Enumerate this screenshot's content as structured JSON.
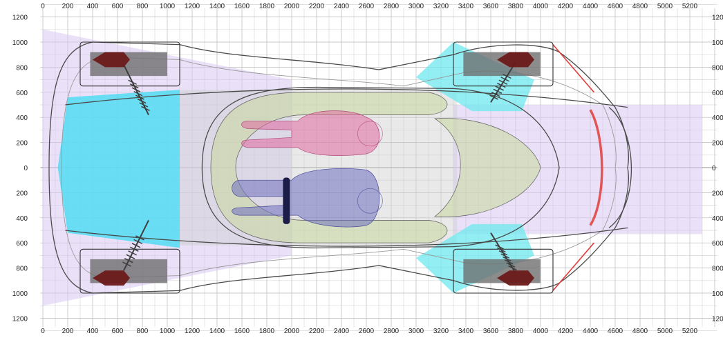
{
  "axes": {
    "x_ticks": [
      "0",
      "200",
      "400",
      "600",
      "800",
      "1000",
      "1200",
      "1400",
      "1600",
      "1800",
      "2000",
      "2200",
      "2400",
      "2600",
      "2800",
      "3000",
      "3200",
      "3400",
      "3600",
      "3800",
      "4000",
      "4200",
      "4400",
      "4600",
      "4800",
      "5000",
      "5200"
    ],
    "y_ticks": [
      "1200",
      "1000",
      "800",
      "600",
      "400",
      "200",
      "0",
      "200",
      "400",
      "600",
      "800",
      "1000",
      "1200"
    ]
  },
  "colors": {
    "lidar_zone": "#d9c8f2",
    "camera_zone": "#52dcf2",
    "corner_sensor": "#6ee8ee",
    "cabin_zone": "#c9d8a4",
    "occupant_upper": "#e06aa0",
    "occupant_lower": "#6f6fc0",
    "steering": "#1c1c48",
    "mirror": "#6a1a1a",
    "rear_light": "#e23b3b",
    "grid": "#b9b9b9"
  },
  "icons": {
    "wheel": "wheel-rect-icon",
    "suspension": "coil-spring-icon",
    "mirror": "side-mirror-icon"
  }
}
